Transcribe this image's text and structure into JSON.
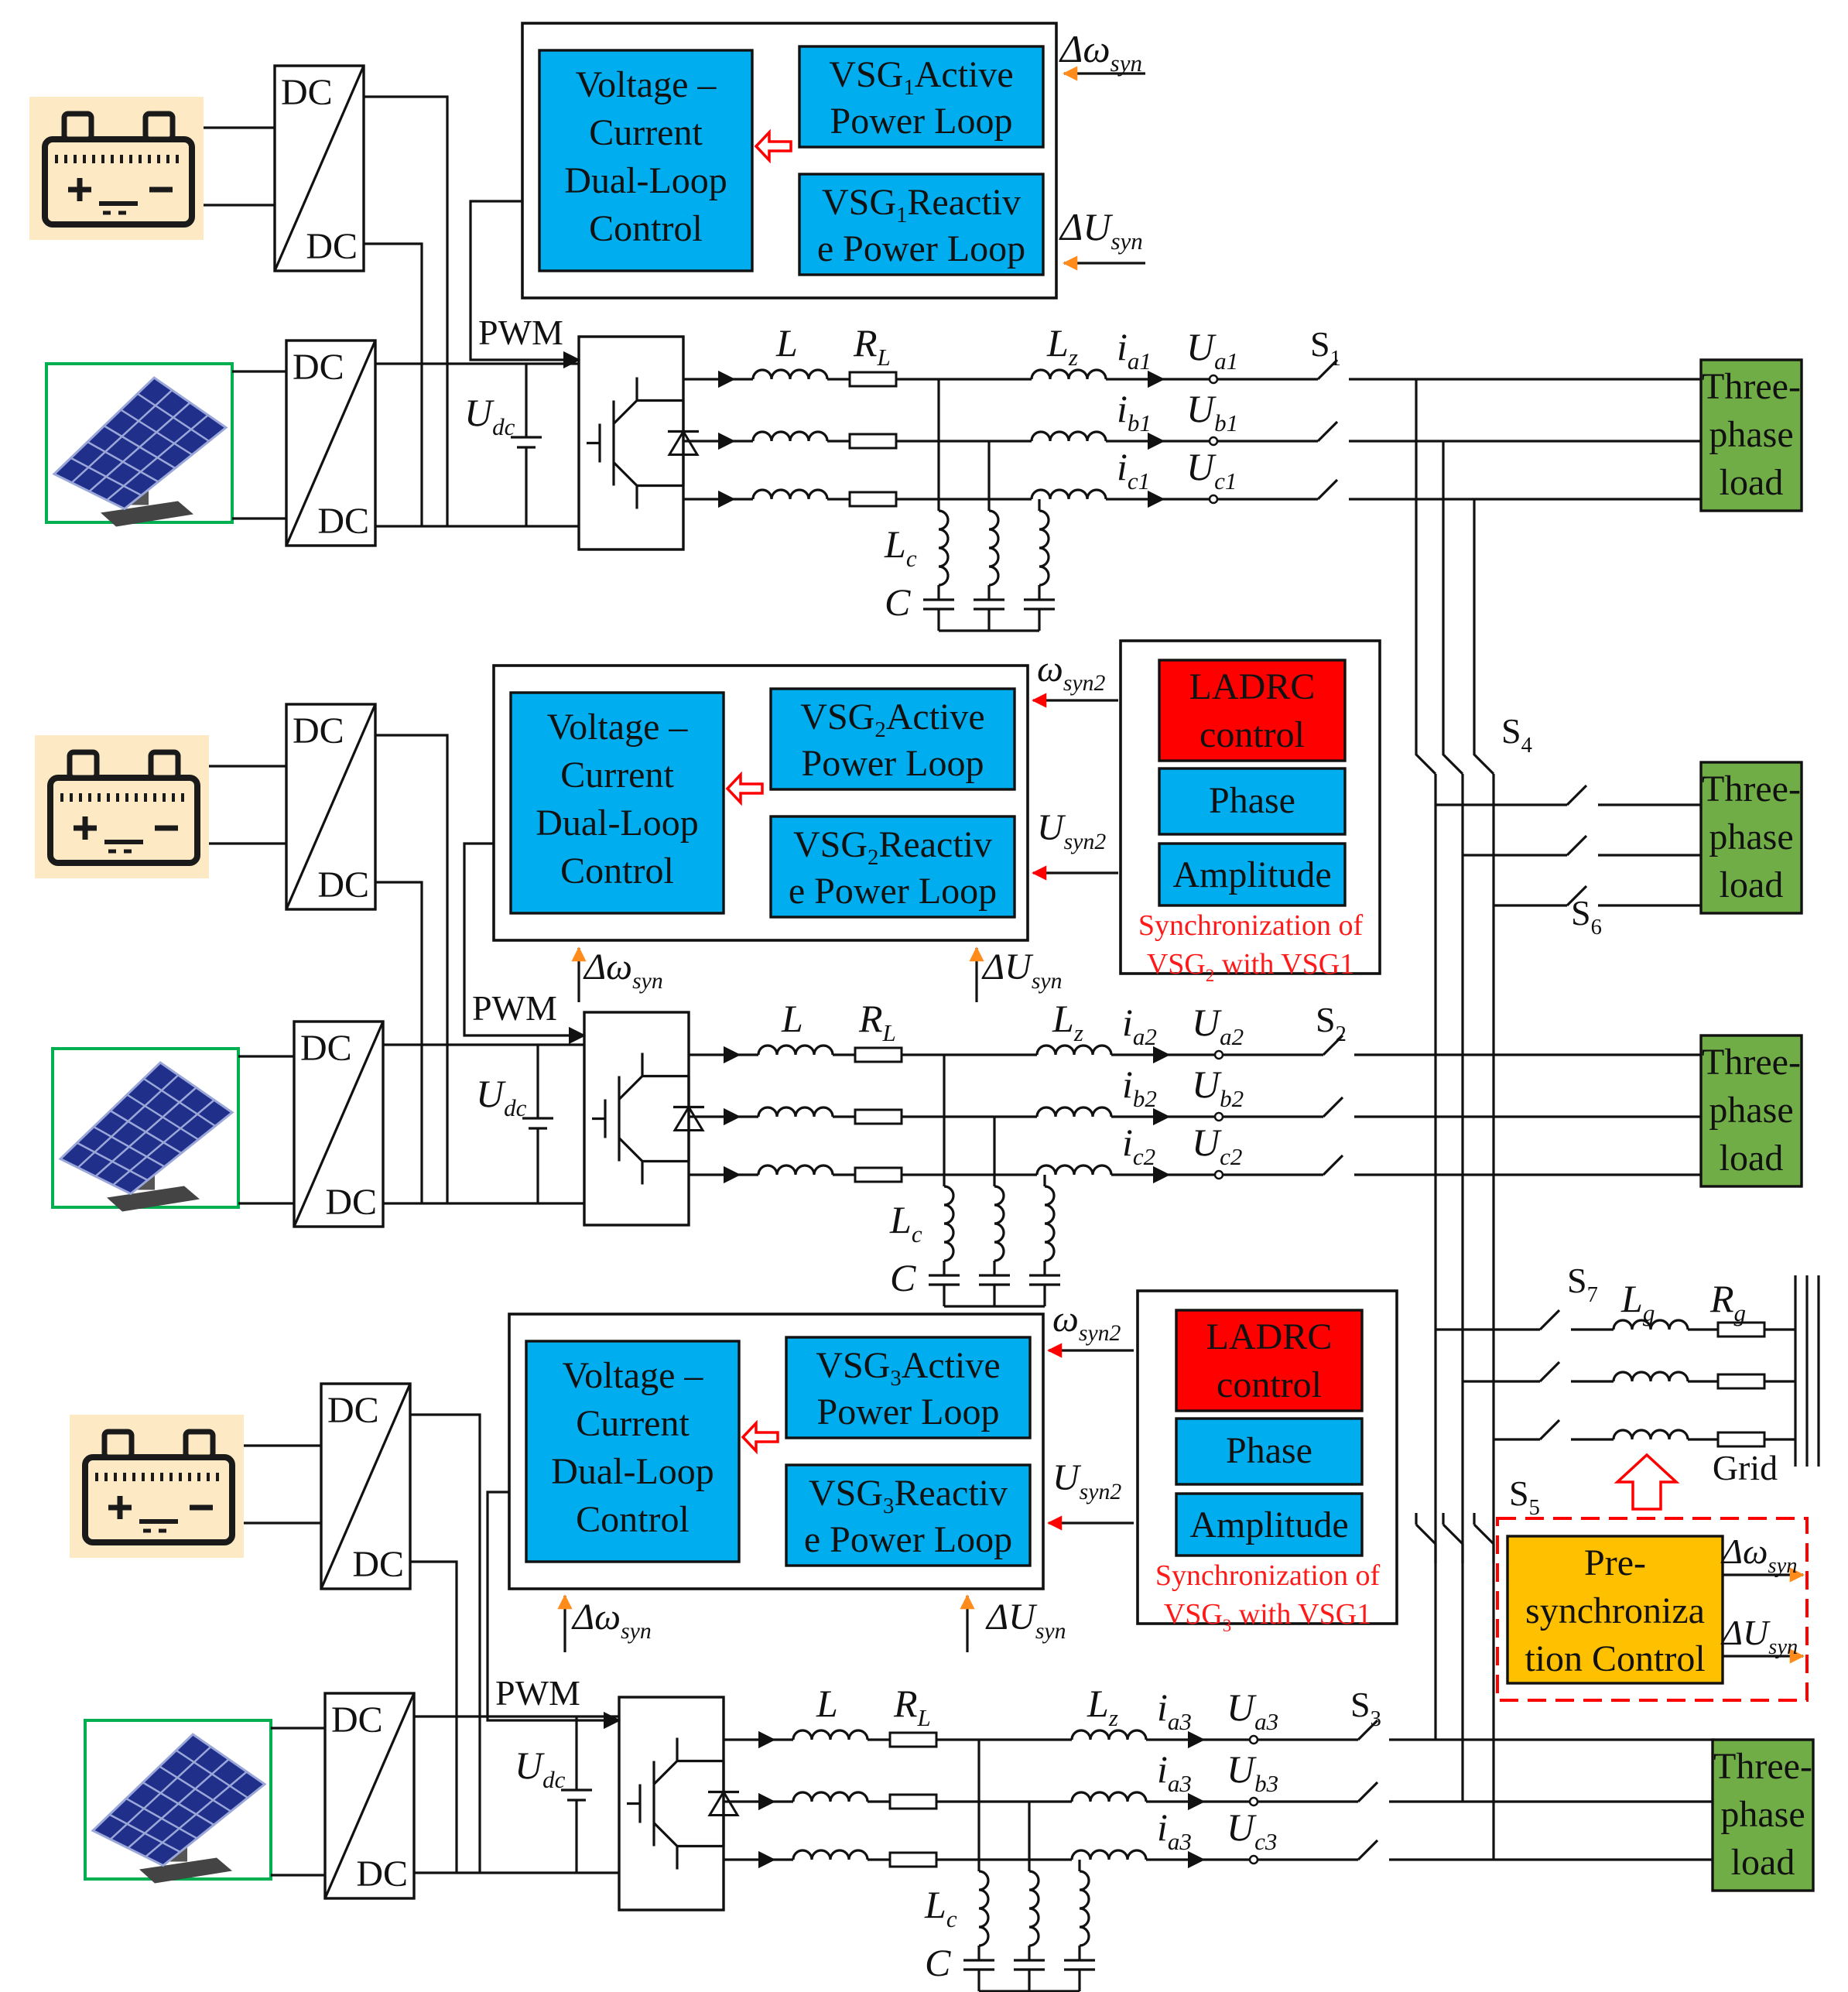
{
  "modules": [
    {
      "dc_top": "DC",
      "dc_bottom": "DC",
      "dc2_top": "DC",
      "dc2_bottom": "DC",
      "udc": "Udc",
      "pwm": "PWM",
      "vc": [
        "Voltage –",
        "Current",
        "Dual-Loop",
        "Control"
      ],
      "active": [
        "VSG1Active",
        "Power Loop"
      ],
      "reactive": [
        "VSG1Reactiv",
        "e Power Loop"
      ],
      "in_top": "Δωsyn",
      "in_bottom": "ΔUsyn",
      "L": "L",
      "RL": "RL",
      "Lz": "Lz",
      "Lc": "Lc",
      "C": "C",
      "phases": [
        {
          "i": "ia1",
          "u": "Ua1"
        },
        {
          "i": "ib1",
          "u": "Ub1"
        },
        {
          "i": "ic1",
          "u": "Uc1"
        }
      ],
      "switch": "S1",
      "load": [
        "Three-",
        "phase",
        "load"
      ]
    },
    {
      "dc_top": "DC",
      "dc_bottom": "DC",
      "dc2_top": "DC",
      "dc2_bottom": "DC",
      "udc": "Udc",
      "pwm": "PWM",
      "vc": [
        "Voltage –",
        "Current",
        "Dual-Loop",
        "Control"
      ],
      "active": [
        "VSG2Active",
        "Power Loop"
      ],
      "reactive": [
        "VSG2Reactiv",
        "e Power Loop"
      ],
      "in_top": "ωsyn2",
      "in_bottom": "Usyn2",
      "under_left": "Δωsyn",
      "under_right": "ΔUsyn",
      "sync": {
        "ladrc": [
          "LADRC",
          "control"
        ],
        "phase": "Phase",
        "amplitude": "Amplitude",
        "caption": [
          "Synchronization of",
          "VSG2 with VSG1"
        ]
      },
      "L": "L",
      "RL": "RL",
      "Lz": "Lz",
      "Lc": "Lc",
      "C": "C",
      "phases": [
        {
          "i": "ia2",
          "u": "Ua2"
        },
        {
          "i": "ib2",
          "u": "Ub2"
        },
        {
          "i": "ic2",
          "u": "Uc2"
        }
      ],
      "switch": "S2",
      "load": [
        "Three-",
        "phase",
        "load"
      ]
    },
    {
      "dc_top": "DC",
      "dc_bottom": "DC",
      "dc2_top": "DC",
      "dc2_bottom": "DC",
      "udc": "Udc",
      "pwm": "PWM",
      "vc": [
        "Voltage –",
        "Current",
        "Dual-Loop",
        "Control"
      ],
      "active": [
        "VSG3Active",
        "Power Loop"
      ],
      "reactive": [
        "VSG3Reactiv",
        "e Power Loop"
      ],
      "in_top": "ωsyn2",
      "in_bottom": "Usyn2",
      "under_left": "Δωsyn",
      "under_right": "ΔUsyn",
      "sync": {
        "ladrc": [
          "LADRC",
          "control"
        ],
        "phase": "Phase",
        "amplitude": "Amplitude",
        "caption": [
          "Synchronization of",
          "VSG3 with VSG1"
        ]
      },
      "L": "L",
      "RL": "RL",
      "Lz": "Lz",
      "Lc": "Lc",
      "C": "C",
      "phases": [
        {
          "i": "ia3",
          "u": "Ua3"
        },
        {
          "i": "ia3",
          "u": "Ub3"
        },
        {
          "i": "ia3",
          "u": "Uc3"
        }
      ],
      "switch": "S3",
      "load": [
        "Three-",
        "phase",
        "load"
      ]
    }
  ],
  "bus": {
    "s4": "S4",
    "s5": "S5",
    "s6": "S6",
    "s7": "S7",
    "Lg": "Lg",
    "Rg": "Rg",
    "grid": "Grid",
    "mid_load": [
      "Three-",
      "phase",
      "load"
    ]
  },
  "presync": {
    "text": [
      "Pre-",
      "synchroniza",
      "tion Control"
    ],
    "out_top": "Δωsyn",
    "out_bottom": "ΔUsyn"
  },
  "colors": {
    "control_block": "#00aeef",
    "ladrc_block": "#ff0000",
    "presync_block": "#ffc000",
    "load_block": "#70ad47",
    "battery_fill": "#fdeac4",
    "pv_frame": "#00b050",
    "arrow_orange": "#ff8c1a",
    "arrow_red": "#ff0000"
  }
}
